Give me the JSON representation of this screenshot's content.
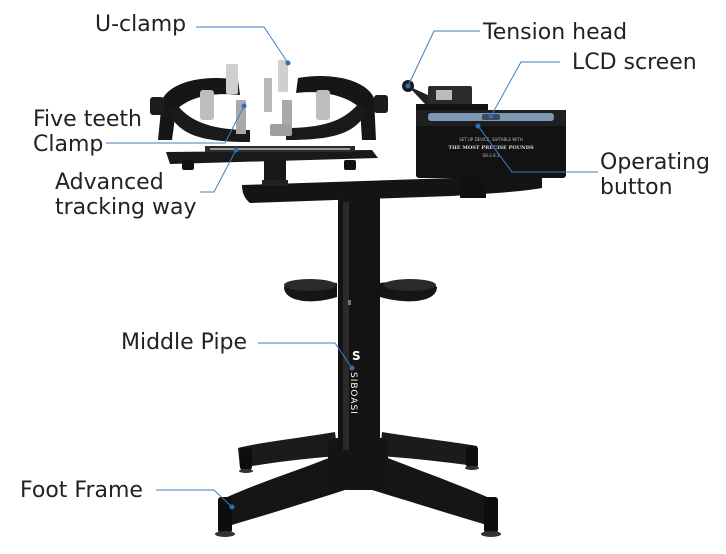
{
  "labels": {
    "u_clamp": "U-clamp",
    "tension_head": "Tension head",
    "lcd_screen": "LCD screen",
    "five_teeth_clamp": [
      "Five teeth",
      "Clamp"
    ],
    "advanced_tracking_way": [
      "Advanced",
      "tracking way"
    ],
    "operating_button": [
      "Operating",
      "button"
    ],
    "middle_pipe": "Middle Pipe",
    "foot_frame": "Foot Frame"
  },
  "machine_text": {
    "panel_line_1": "SET UP DEVICE, SUITABLE WITH",
    "panel_line_2": "THE MOST PRECISE POUNDS",
    "panel_line_3": "SB-2.6.1",
    "brand": "SIBOASI",
    "brand_logo": "S"
  },
  "colors": {
    "leader_line": "#3f7fc0",
    "leader_dot": "#2d6fb7",
    "machine_black": "#111111",
    "label_text": "#222222"
  }
}
